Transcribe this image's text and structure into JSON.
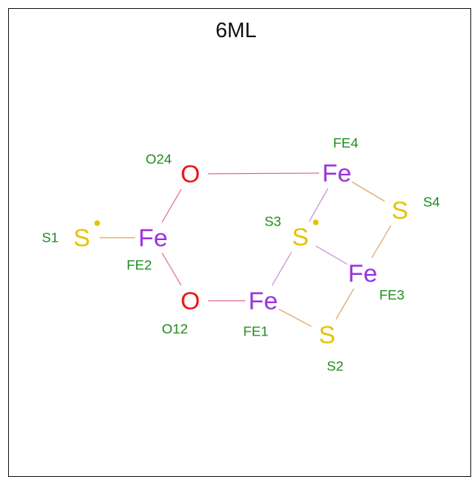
{
  "title": "6ML",
  "colors": {
    "Fe": "#9933dd",
    "O": "#ee1111",
    "S": "#e6c200",
    "label": "#1e8c1e",
    "bond_fe_o": "#e07090",
    "bond_fe_s": "#dca868",
    "bond_fe_fe_s3": "#c890e0"
  },
  "atoms": [
    {
      "id": "S1",
      "element": "S",
      "symbol": "S",
      "label": "S1",
      "radical": true
    },
    {
      "id": "FE2",
      "element": "Fe",
      "symbol": "Fe",
      "label": "FE2",
      "radical": false
    },
    {
      "id": "O24",
      "element": "O",
      "symbol": "O",
      "label": "O24",
      "radical": false
    },
    {
      "id": "O12",
      "element": "O",
      "symbol": "O",
      "label": "O12",
      "radical": false
    },
    {
      "id": "FE1",
      "element": "Fe",
      "symbol": "Fe",
      "label": "FE1",
      "radical": false
    },
    {
      "id": "FE4",
      "element": "Fe",
      "symbol": "Fe",
      "label": "FE4",
      "radical": false
    },
    {
      "id": "S3",
      "element": "S",
      "symbol": "S",
      "label": "S3",
      "radical": true
    },
    {
      "id": "S4",
      "element": "S",
      "symbol": "S",
      "label": "S4",
      "radical": false
    },
    {
      "id": "FE3",
      "element": "Fe",
      "symbol": "Fe",
      "label": "FE3",
      "radical": false
    },
    {
      "id": "S2",
      "element": "S",
      "symbol": "S",
      "label": "S2",
      "radical": false
    }
  ],
  "bonds": [
    {
      "from": "S1",
      "to": "FE2"
    },
    {
      "from": "FE2",
      "to": "O24"
    },
    {
      "from": "FE2",
      "to": "O12"
    },
    {
      "from": "O24",
      "to": "FE4"
    },
    {
      "from": "O12",
      "to": "FE1"
    },
    {
      "from": "FE4",
      "to": "S3"
    },
    {
      "from": "FE4",
      "to": "S4"
    },
    {
      "from": "S4",
      "to": "FE3"
    },
    {
      "from": "S3",
      "to": "FE3"
    },
    {
      "from": "S3",
      "to": "FE1"
    },
    {
      "from": "FE1",
      "to": "S2"
    },
    {
      "from": "FE3",
      "to": "S2"
    }
  ]
}
